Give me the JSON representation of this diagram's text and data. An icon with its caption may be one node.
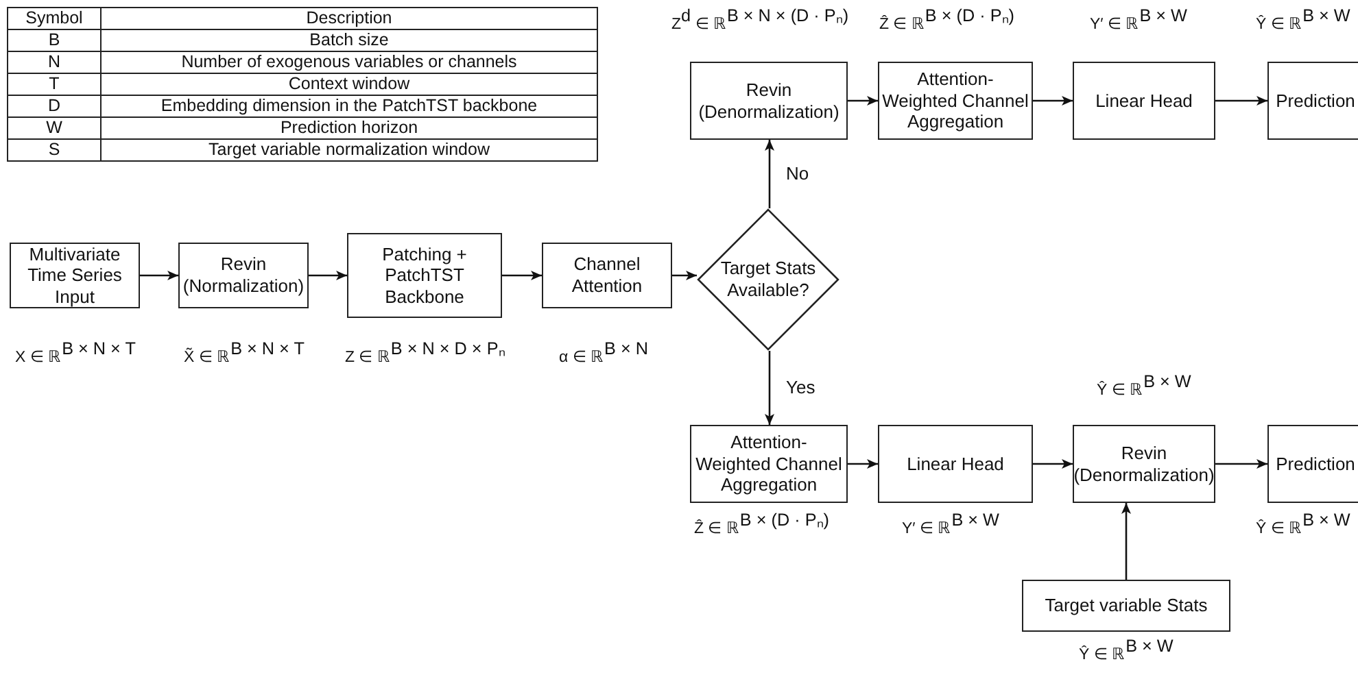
{
  "diagram": {
    "nodes": [
      {
        "text": [
          "Multivariate Time Series Input"
        ],
        "beside": [
          "X ∈ ℝ$^{B × N × T}$"
        ]
      },
      {
        "text": [
          "Revin (Normalization)"
        ],
        "beside": [
          "X̃ ∈ ℝ$^{B × N × T}$"
        ]
      },
      {
        "text": [
          "Patching + PatchTST Backbone"
        ],
        "beside": [
          "Z ∈ ℝ$^{B × N × D × Pₙ}$"
        ]
      },
      {
        "text": [
          "Channel Attention"
        ],
        "beside": [
          "α ∈ ℝ$^{B × N}$"
        ]
      },
      {
        "text": [
          "Target Stats Available?"
        ]
      },
      {
        "text": [
          "Revin (Denormalization)"
        ],
        "beside": [
          "Z$^{d}$ ∈ ℝ$^{B × N × (D · Pₙ)}$"
        ]
      },
      {
        "text": [
          "Attention-Weighted Channel Aggregation"
        ],
        "beside": [
          "Ẑ ∈ ℝ$^{B × (D · Pₙ)}$"
        ]
      },
      {
        "text": [
          "Linear Head"
        ],
        "beside": [
          "Y′ ∈ ℝ$^{B × W}$"
        ]
      },
      {
        "text": [
          "Prediction"
        ],
        "beside": [
          "Ŷ ∈ ℝ$^{B × W}$"
        ]
      },
      {
        "text": [
          "Attention-Weighted Channel Aggregation"
        ],
        "beside": [
          "Ẑ ∈ ℝ$^{B × (D · Pₙ)}$"
        ]
      },
      {
        "text": [
          "Linear Head"
        ],
        "beside": [
          "Y′ ∈ ℝ$^{B × W}$"
        ]
      },
      {
        "text": [
          "Revin (Denormalization)"
        ],
        "beside": [
          "Ŷ ∈ ℝ$^{B × W}$"
        ]
      },
      {
        "text": [
          "Prediction"
        ],
        "beside": [
          "Ŷ ∈ ℝ$^{B × W}$"
        ]
      },
      {
        "text": [
          "Target variable Stats"
        ],
        "beside": [
          "Ŷ ∈ ℝ$^{B × W}$"
        ]
      }
    ],
    "edges": [
      {
        "from": 0,
        "to": 1,
        "arrow": "to"
      },
      {
        "from": 1,
        "to": 2,
        "arrow": "to"
      },
      {
        "from": 2,
        "to": 3,
        "arrow": "to"
      },
      {
        "from": 3,
        "to": 4,
        "arrow": "to"
      },
      {
        "from": 4,
        "to": 5,
        "arrow": "to",
        "label": "No"
      },
      {
        "from": 4,
        "to": 9,
        "arrow": "to",
        "label": "Yes"
      },
      {
        "from": 5,
        "to": 6,
        "arrow": "to"
      },
      {
        "from": 6,
        "to": 7,
        "arrow": "to"
      },
      {
        "from": 7,
        "to": 8,
        "arrow": "to"
      },
      {
        "from": 9,
        "to": 10,
        "arrow": "to"
      },
      {
        "from": 10,
        "to": 11,
        "arrow": "to"
      },
      {
        "from": 11,
        "to": 12,
        "arrow": "to"
      },
      {
        "from": 13,
        "to": 11,
        "arrow": "to"
      }
    ],
    "labels": [
      "Symbol",
      "Description",
      "B",
      "Batch size",
      "N",
      "Number of exogenous variables or channels",
      "T",
      "Context window",
      "D",
      "Embedding dimension in the PatchTST backbone",
      "W",
      "Prediction horizon",
      "S",
      "Target variable normalization window"
    ]
  }
}
